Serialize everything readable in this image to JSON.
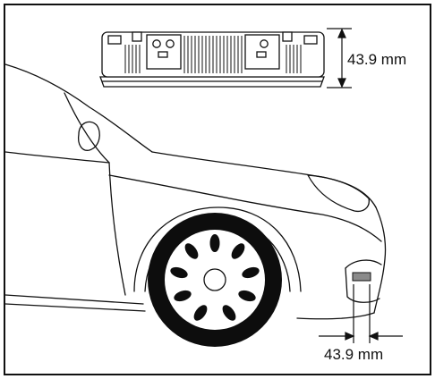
{
  "colors": {
    "line": "#111111",
    "tire": "#0d0d0d",
    "lamp": "#8a8a8a",
    "background": "#ffffff"
  },
  "dimensions": {
    "height_label": "43.9 mm",
    "width_label": "43.9 mm"
  },
  "icons": {
    "module": "drl-module-side-view",
    "car": "car-front-quarter-outline",
    "wheel": "alloy-wheel"
  }
}
